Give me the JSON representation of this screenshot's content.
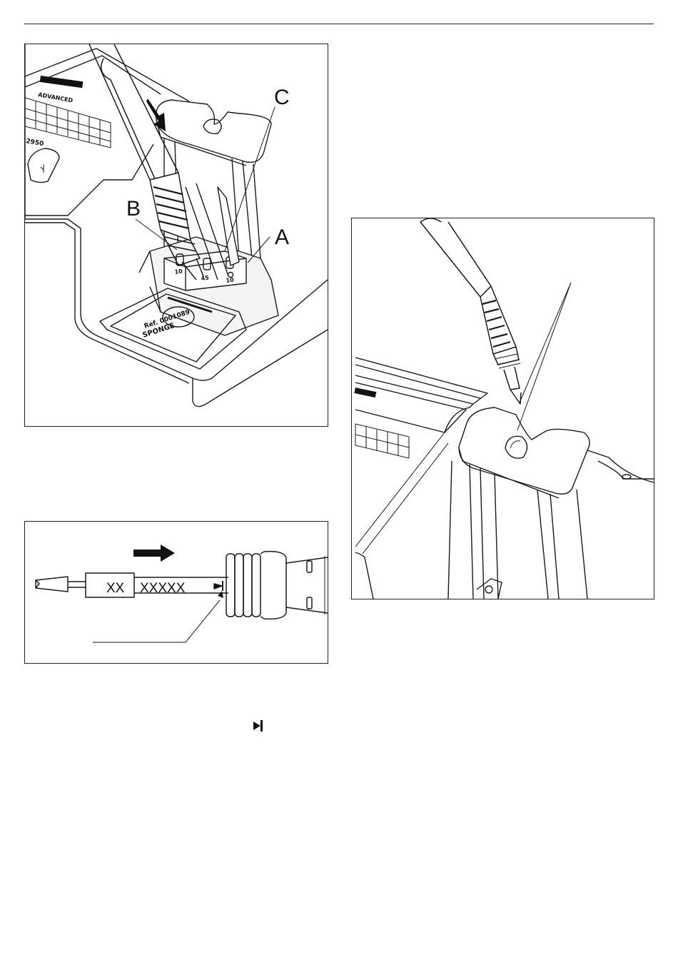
{
  "figure1": {
    "labels": {
      "a": "A",
      "b": "B",
      "c": "C"
    },
    "slot_labels": [
      "10",
      "45",
      "10"
    ],
    "sponge_text": [
      "Ref. 0001089",
      "SPONGE"
    ],
    "station_model": "2950",
    "station_brand": "ADVANCED"
  },
  "figure2": {
    "cartridge_text_1": "XX",
    "cartridge_text_2": "XXXXX"
  },
  "figure3": {},
  "colors": {
    "line": "#1a1a1a",
    "shade": "#cfcfcf",
    "dark": "#111111"
  }
}
